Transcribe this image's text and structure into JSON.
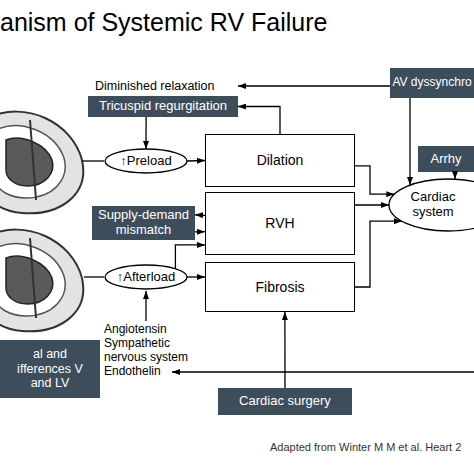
{
  "diagram": {
    "title": "anism of Systemic RV Failure",
    "caption": "Adapted from Winter M M et al. Heart 2",
    "nodes": [
      {
        "text": [
          "Tricuspid regurgitation"
        ]
      },
      {
        "text": [
          "AV dyssynchro"
        ]
      },
      {
        "text": [
          "Arrhy"
        ]
      },
      {
        "text": [
          "↑Preload"
        ]
      },
      {
        "text": [
          "Dilation"
        ]
      },
      {
        "text": [
          "Supply-demand mismatch"
        ]
      },
      {
        "text": [
          "RVH"
        ]
      },
      {
        "text": [
          "Cardiac system"
        ]
      },
      {
        "text": [
          "↑Afterload"
        ]
      },
      {
        "text": [
          "Fibrosis"
        ]
      },
      {
        "text": [
          "al and ifferences V and LV"
        ]
      },
      {
        "text": [
          "Cardiac surgery"
        ]
      }
    ],
    "edges": [
      {
        "from": 4,
        "to": 0,
        "arrow": "to"
      },
      {
        "from": 0,
        "to": 3,
        "arrow": "to"
      },
      {
        "from": 3,
        "to": 4,
        "arrow": "to"
      },
      {
        "from": 6,
        "to": 5,
        "arrow": "to"
      },
      {
        "from": 5,
        "to": 6,
        "arrow": "to"
      },
      {
        "from": 8,
        "to": 6,
        "arrow": "to"
      },
      {
        "from": 8,
        "to": 9,
        "arrow": "to"
      },
      {
        "from": 4,
        "to": 7,
        "arrow": "to"
      },
      {
        "from": 6,
        "to": 7,
        "arrow": "to"
      },
      {
        "from": 9,
        "to": 7,
        "arrow": "to"
      },
      {
        "from": 1,
        "to": 7,
        "arrow": "to"
      },
      {
        "from": 2,
        "to": 7,
        "arrow": "to"
      },
      {
        "from": 11,
        "to": 9,
        "arrow": "to"
      }
    ],
    "labels": [
      "Diminished relaxation",
      "Angiotensin Sympathetic nervous system Endothelin"
    ]
  }
}
